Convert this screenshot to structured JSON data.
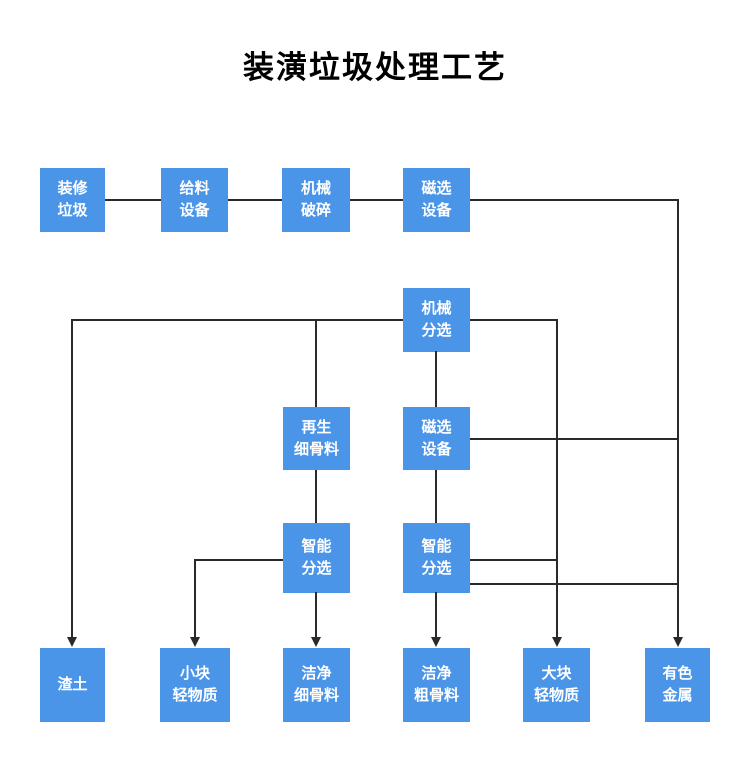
{
  "title": "装潢垃圾处理工艺",
  "colors": {
    "node_fill": "#4b95e8",
    "node_text": "#ffffff",
    "connector": "#2a2a2a",
    "title_text": "#000000",
    "background": "#ffffff"
  },
  "nodes": {
    "decoration-waste": {
      "line1": "装修",
      "line2": "垃圾"
    },
    "feeding-equipment": {
      "line1": "给料",
      "line2": "设备"
    },
    "mechanical-crushing": {
      "line1": "机械",
      "line2": "破碎"
    },
    "magnetic-separation-1": {
      "line1": "磁选",
      "line2": "设备"
    },
    "mechanical-sorting": {
      "line1": "机械",
      "line2": "分选"
    },
    "recycled-fine-aggregate": {
      "line1": "再生",
      "line2": "细骨料"
    },
    "magnetic-separation-2": {
      "line1": "磁选",
      "line2": "设备"
    },
    "intelligent-sorting-1": {
      "line1": "智能",
      "line2": "分选"
    },
    "intelligent-sorting-2": {
      "line1": "智能",
      "line2": "分选"
    },
    "residue-soil": {
      "line1": "渣土",
      "line2": ""
    },
    "small-light-material": {
      "line1": "小块",
      "line2": "轻物质"
    },
    "clean-fine-aggregate": {
      "line1": "洁净",
      "line2": "细骨料"
    },
    "clean-coarse-aggregate": {
      "line1": "洁净",
      "line2": "粗骨料"
    },
    "large-light-material": {
      "line1": "大块",
      "line2": "轻物质"
    },
    "nonferrous-metal": {
      "line1": "有色",
      "line2": "金属"
    }
  },
  "edges": [
    {
      "from": "装修垃圾",
      "to": "给料设备"
    },
    {
      "from": "给料设备",
      "to": "机械破碎"
    },
    {
      "from": "机械破碎",
      "to": "磁选设备(1)"
    },
    {
      "from": "磁选设备(1)",
      "to": "有色金属"
    },
    {
      "from": "机械分选",
      "to": "渣土"
    },
    {
      "from": "机械分选",
      "to": "再生细骨料"
    },
    {
      "from": "机械分选",
      "to": "磁选设备(2)"
    },
    {
      "from": "机械分选",
      "to": "大块轻物质"
    },
    {
      "from": "再生细骨料",
      "to": "智能分选(1)"
    },
    {
      "from": "磁选设备(2)",
      "to": "智能分选(2)"
    },
    {
      "from": "磁选设备(2)",
      "to": "有色金属"
    },
    {
      "from": "智能分选(1)",
      "to": "小块轻物质"
    },
    {
      "from": "智能分选(1)",
      "to": "洁净细骨料"
    },
    {
      "from": "智能分选(2)",
      "to": "洁净粗骨料"
    },
    {
      "from": "智能分选(2)",
      "to": "大块轻物质"
    },
    {
      "from": "智能分选(2)",
      "to": "有色金属"
    }
  ]
}
